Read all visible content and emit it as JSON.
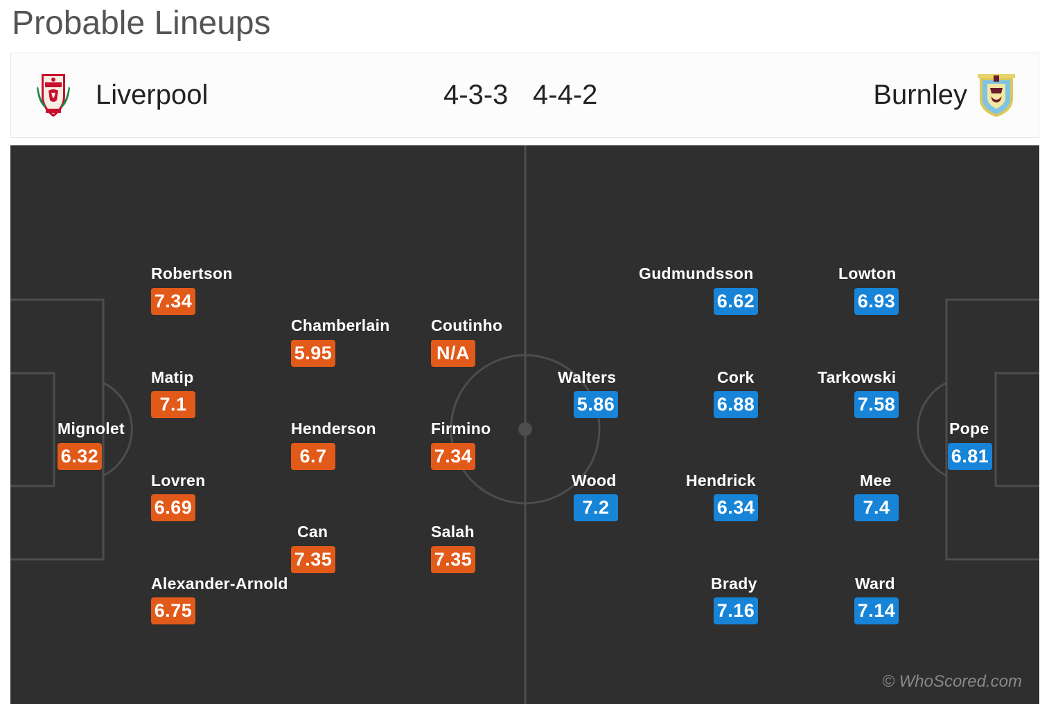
{
  "page": {
    "title": "Probable Lineups"
  },
  "header": {
    "home_team": "Liverpool",
    "away_team": "Burnley",
    "home_formation": "4-3-3",
    "away_formation": "4-4-2",
    "home_crest_icon": "liverpool-crest-icon",
    "away_crest_icon": "burnley-crest-icon"
  },
  "colors": {
    "home_rating": "#e25a19",
    "away_rating": "#1784d8",
    "pitch": "#2f2f2f",
    "pitch_lines": "#4d4d4d"
  },
  "home_players": [
    {
      "name": "Mignolet",
      "rating": "6.32"
    },
    {
      "name": "Robertson",
      "rating": "7.34"
    },
    {
      "name": "Matip",
      "rating": "7.1"
    },
    {
      "name": "Lovren",
      "rating": "6.69"
    },
    {
      "name": "Alexander-Arnold",
      "rating": "6.75"
    },
    {
      "name": "Chamberlain",
      "rating": "5.95"
    },
    {
      "name": "Henderson",
      "rating": "6.7"
    },
    {
      "name": "Can",
      "rating": "7.35"
    },
    {
      "name": "Coutinho",
      "rating": "N/A"
    },
    {
      "name": "Firmino",
      "rating": "7.34"
    },
    {
      "name": "Salah",
      "rating": "7.35"
    }
  ],
  "away_players": [
    {
      "name": "Pope",
      "rating": "6.81"
    },
    {
      "name": "Lowton",
      "rating": "6.93"
    },
    {
      "name": "Tarkowski",
      "rating": "7.58"
    },
    {
      "name": "Mee",
      "rating": "7.4"
    },
    {
      "name": "Ward",
      "rating": "7.14"
    },
    {
      "name": "Gudmundsson",
      "rating": "6.62"
    },
    {
      "name": "Cork",
      "rating": "6.88"
    },
    {
      "name": "Hendrick",
      "rating": "6.34"
    },
    {
      "name": "Brady",
      "rating": "7.16"
    },
    {
      "name": "Walters",
      "rating": "5.86"
    },
    {
      "name": "Wood",
      "rating": "7.2"
    }
  ],
  "watermark": "© WhoScored.com"
}
